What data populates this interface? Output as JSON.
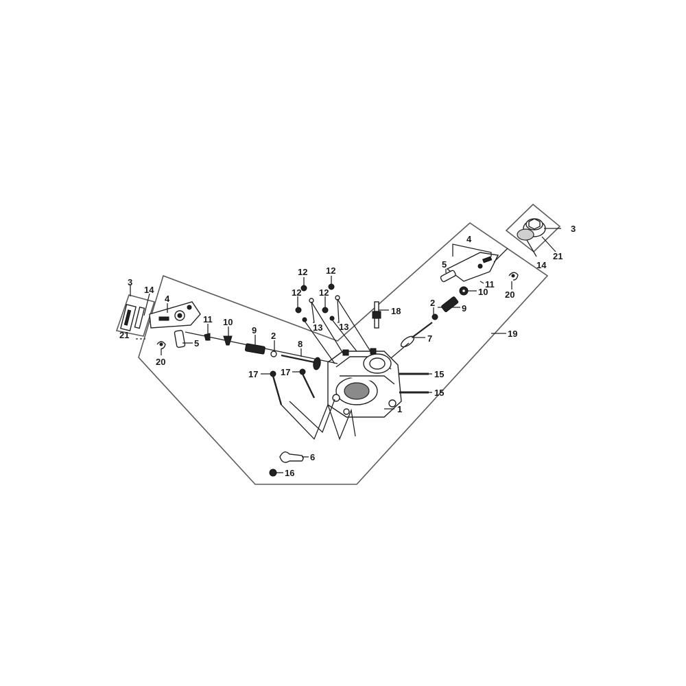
{
  "callouts": {
    "c1": "1",
    "c2a": "2",
    "c2b": "2",
    "c3a": "3",
    "c3b": "3",
    "c4a": "4",
    "c4b": "4",
    "c5a": "5",
    "c5b": "5",
    "c6": "6",
    "c7": "7",
    "c8": "8",
    "c9a": "9",
    "c9b": "9",
    "c10a": "10",
    "c10b": "10",
    "c11a": "11",
    "c11b": "11",
    "c12a": "12",
    "c12b": "12",
    "c12c": "12",
    "c12d": "12",
    "c13a": "13",
    "c13b": "13",
    "c14a": "14",
    "c14b": "14",
    "c15a": "15",
    "c15b": "15",
    "c16": "16",
    "c17a": "17",
    "c17b": "17",
    "c18": "18",
    "c19": "19",
    "c20a": "20",
    "c20b": "20",
    "c21a": "21",
    "c21b": "21"
  },
  "colors": {
    "line": "#222222",
    "outline": "#5a5a5a",
    "background": "#ffffff"
  }
}
